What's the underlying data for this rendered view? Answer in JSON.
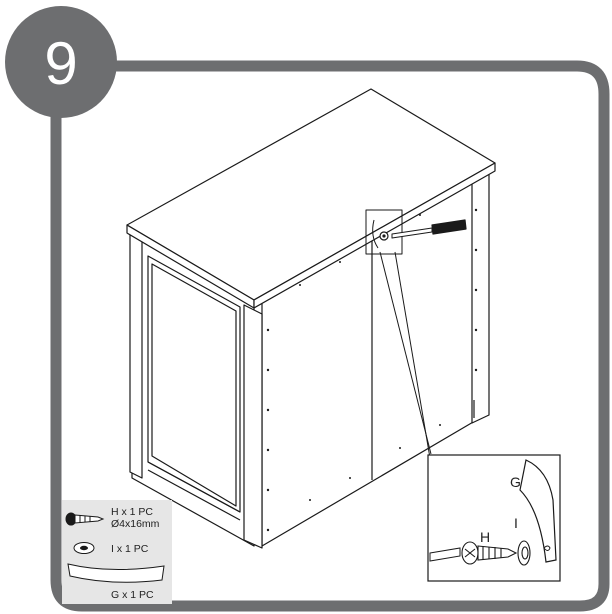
{
  "step": {
    "number": "9"
  },
  "parts": [
    {
      "icon": "screw-icon",
      "name_line": "H x 1 PC",
      "size_line": "Ø4x16mm"
    },
    {
      "icon": "washer-icon",
      "name_line": "I x 1 PC"
    },
    {
      "icon": "bracket-icon",
      "name_line": "G x 1 PC"
    }
  ],
  "detail": {
    "labels": {
      "bracket": "G",
      "screw": "H",
      "washer": "I"
    }
  },
  "colors": {
    "frame": "#6d6e70",
    "badge": "#6d6e70",
    "panel": "#e6e6e6",
    "line": "#1a1a1a"
  }
}
